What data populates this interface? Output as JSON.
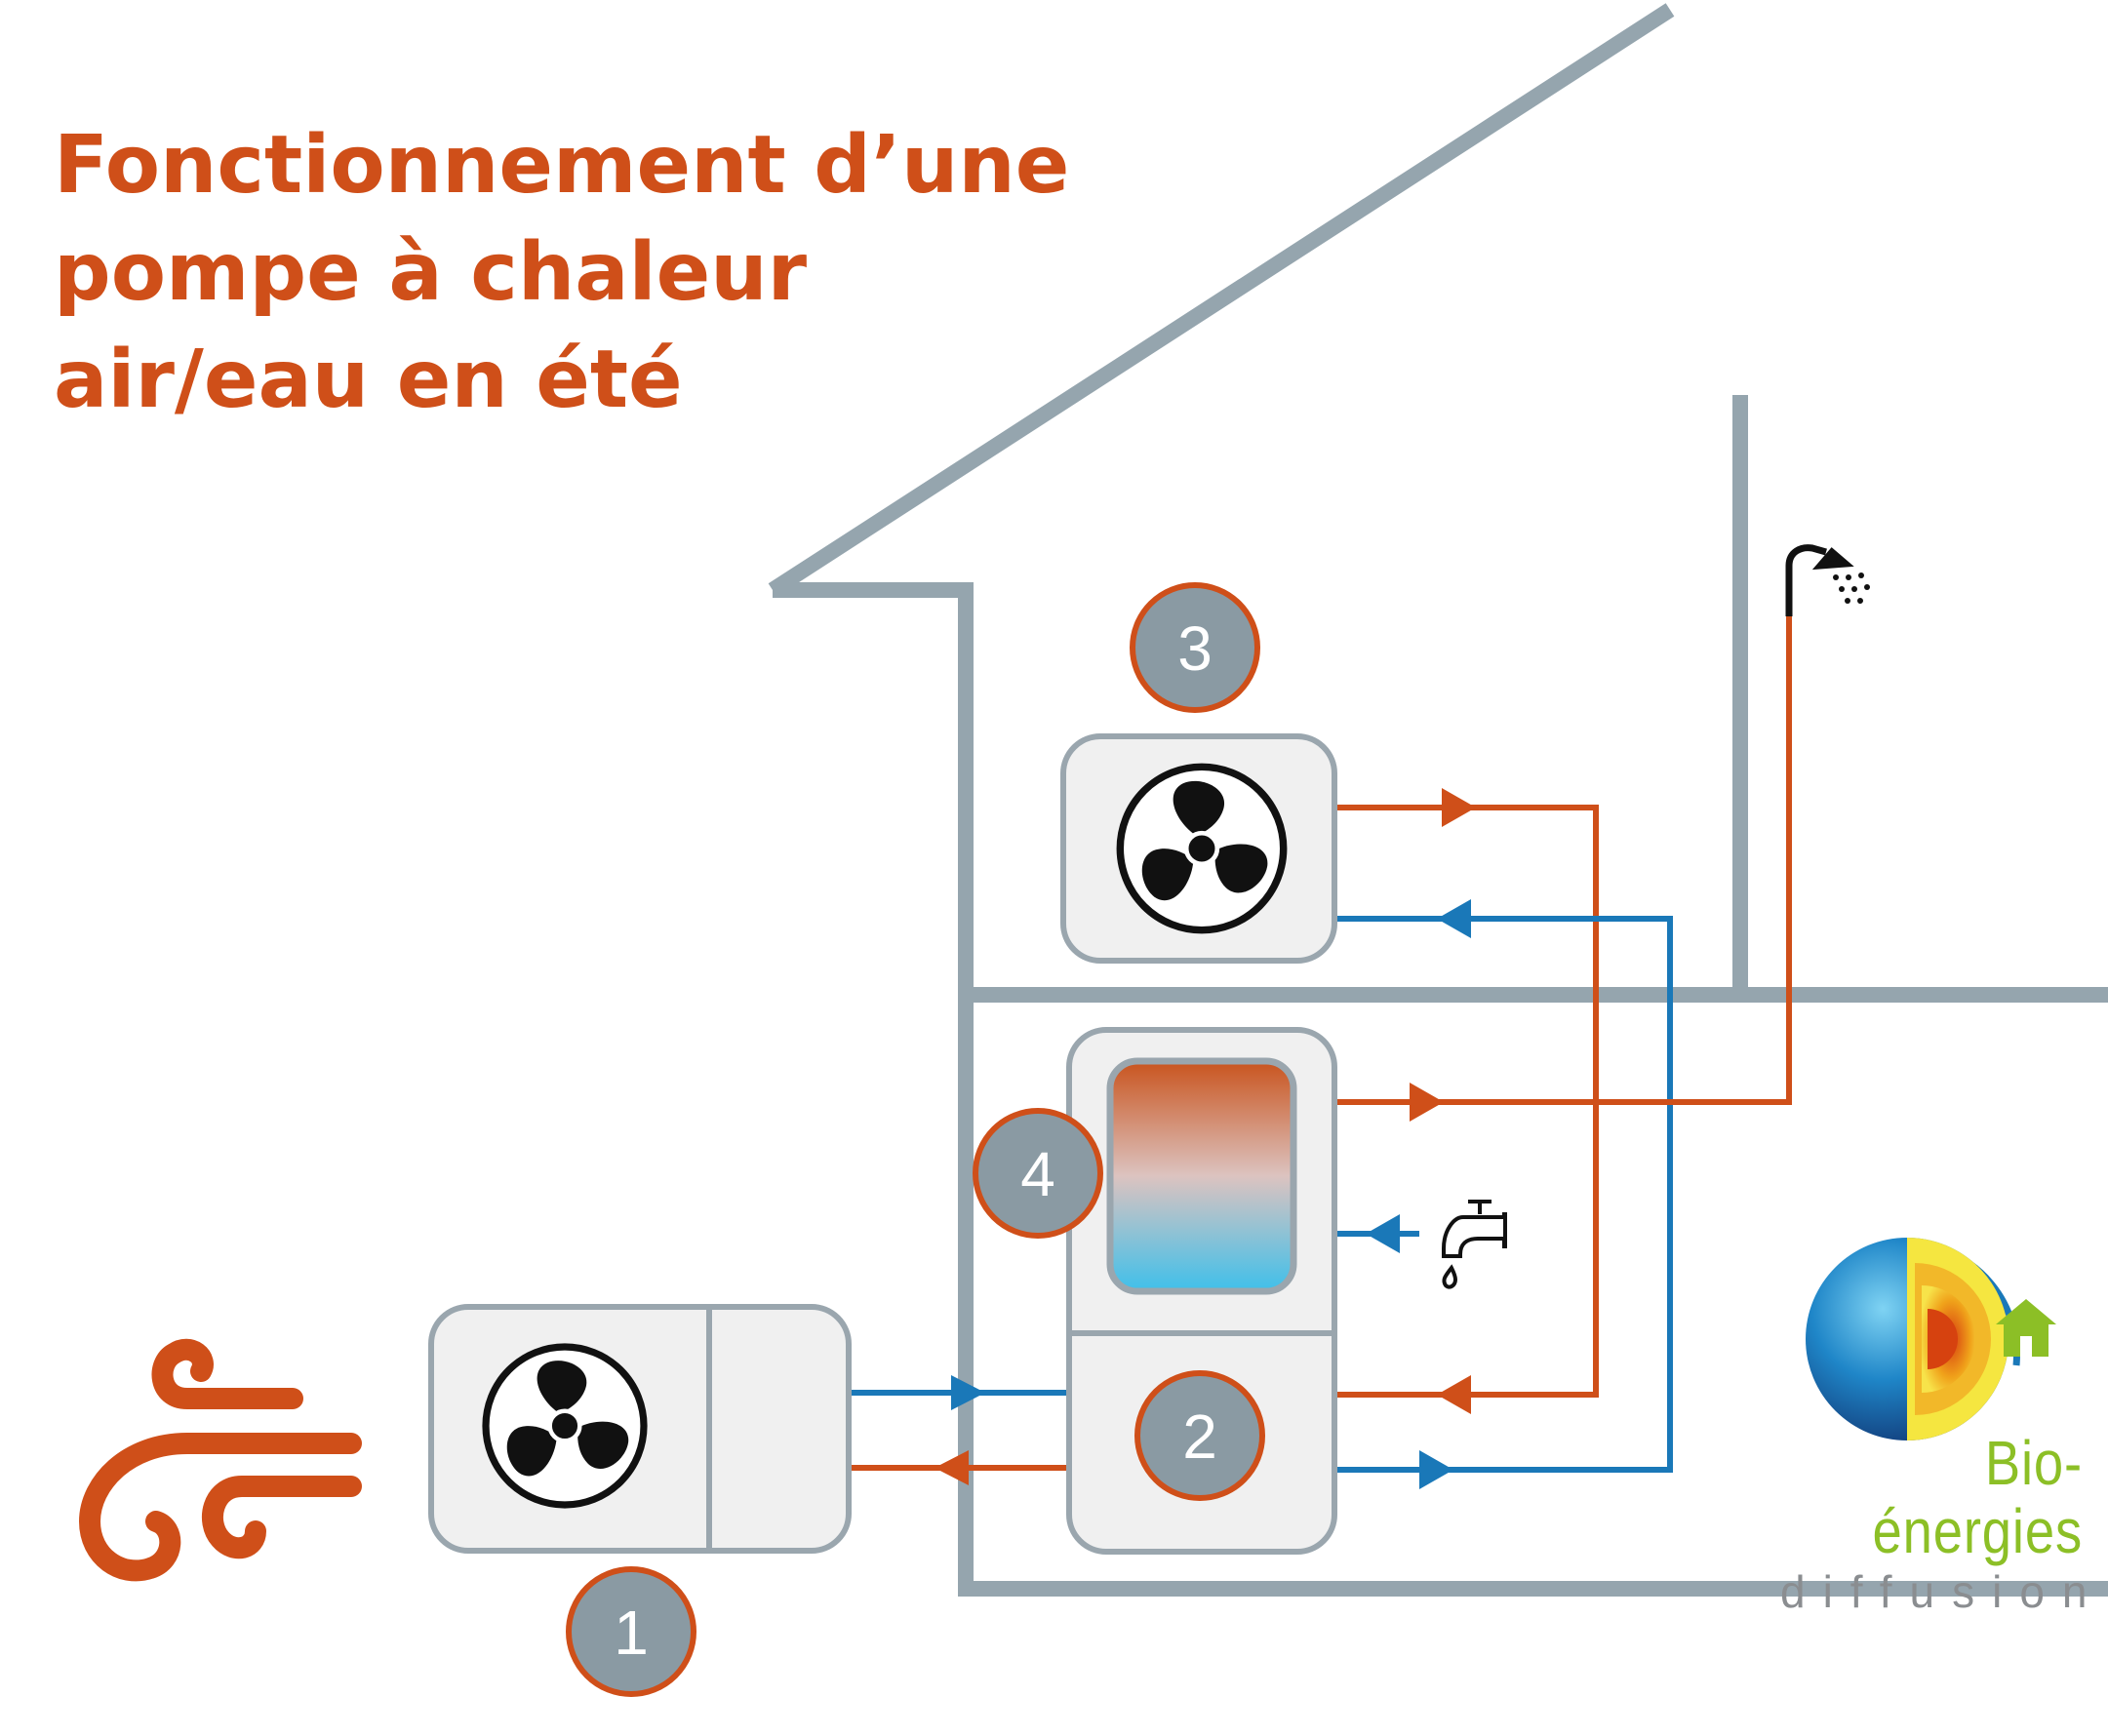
{
  "title": {
    "line1": "Fonctionnement d’une",
    "line2": "pompe à chaleur",
    "line3": "air/eau en été"
  },
  "labels": {
    "outdoor_unit": "1",
    "hydraulic_module": "2",
    "indoor_fan_coil": "3",
    "hot_water_tank": "4"
  },
  "logo": {
    "name": "Bio-énergies",
    "subtitle": "diffusion"
  },
  "icons": [
    "wind-icon",
    "fan-icon",
    "shower-icon",
    "faucet-icon",
    "earth-core-icon",
    "house-icon"
  ],
  "colors": {
    "title": "#cf4f19",
    "hot_pipe": "#cf4f19",
    "cold_pipe": "#1a78b8",
    "house_outline": "#95a5ae",
    "badge_fill": "#8a9aa3",
    "badge_border": "#cf4f19",
    "logo_green": "#8cbf26"
  }
}
